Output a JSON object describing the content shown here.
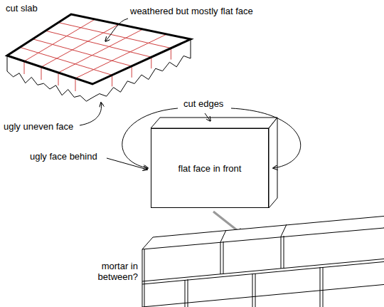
{
  "diagram": {
    "nodes": [
      {
        "text": [
          "flat face in front"
        ]
      }
    ],
    "labels": [
      "cut slab",
      "weathered but mostly flat face",
      "ugly uneven face",
      "cut edges",
      "ugly face behind",
      "mortar in between?"
    ]
  }
}
